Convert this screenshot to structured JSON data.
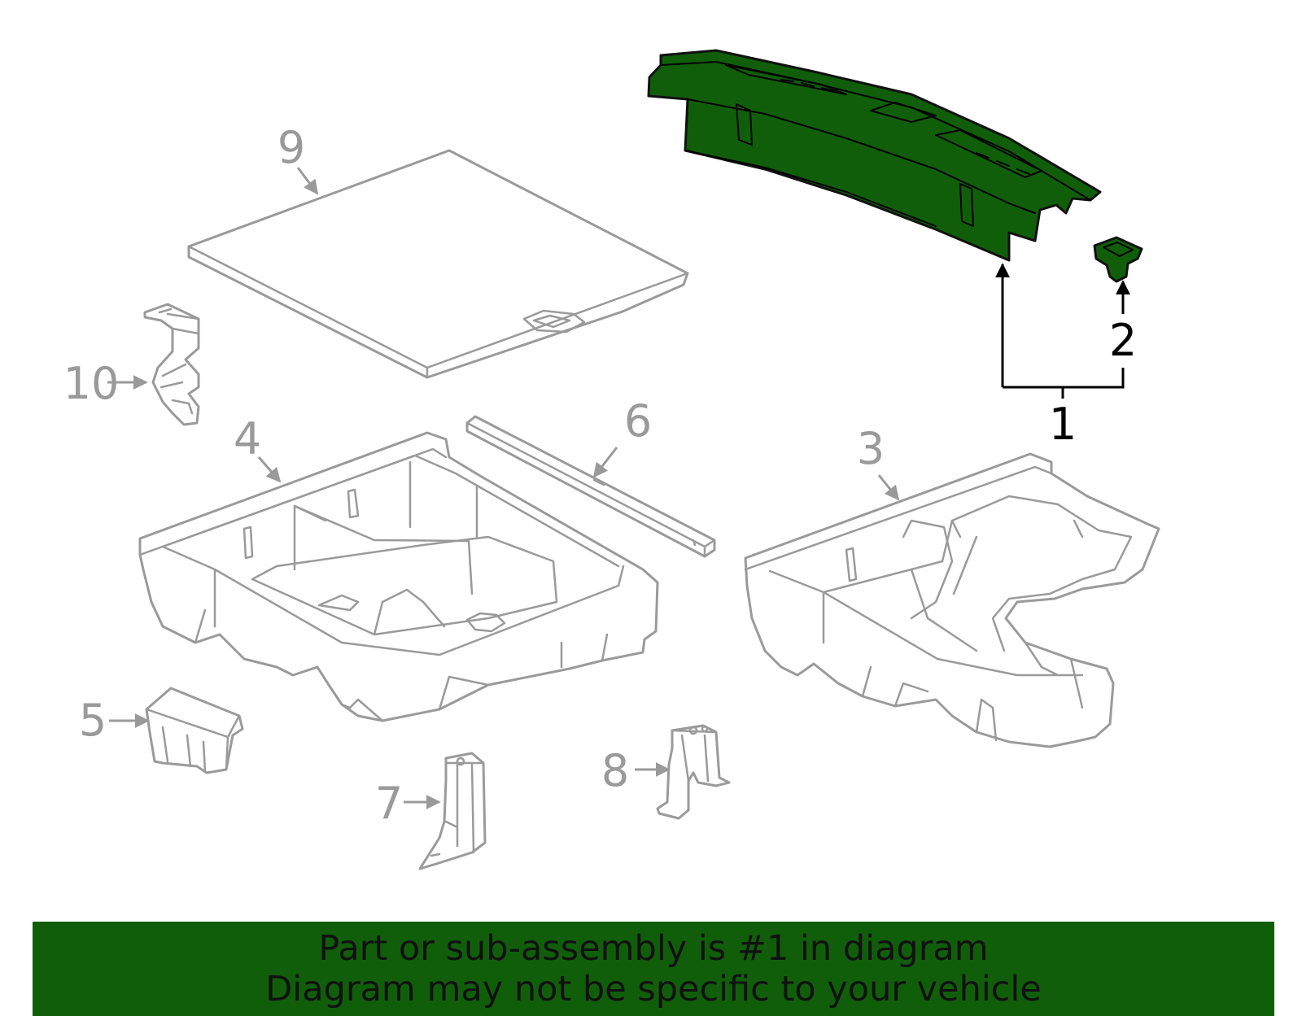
{
  "colors": {
    "highlight_fill": "#115e0a",
    "line_gray": "#9a9a9a",
    "banner_bg": "#115e0a",
    "banner_text": "#111111"
  },
  "callouts": {
    "c1": "1",
    "c2": "2",
    "c3": "3",
    "c4": "4",
    "c5": "5",
    "c6": "6",
    "c7": "7",
    "c8": "8",
    "c9": "9",
    "c10": "10"
  },
  "banner": {
    "line1": "Part or sub-assembly is #1 in diagram",
    "line2": "Diagram may not be specific to your vehicle"
  }
}
